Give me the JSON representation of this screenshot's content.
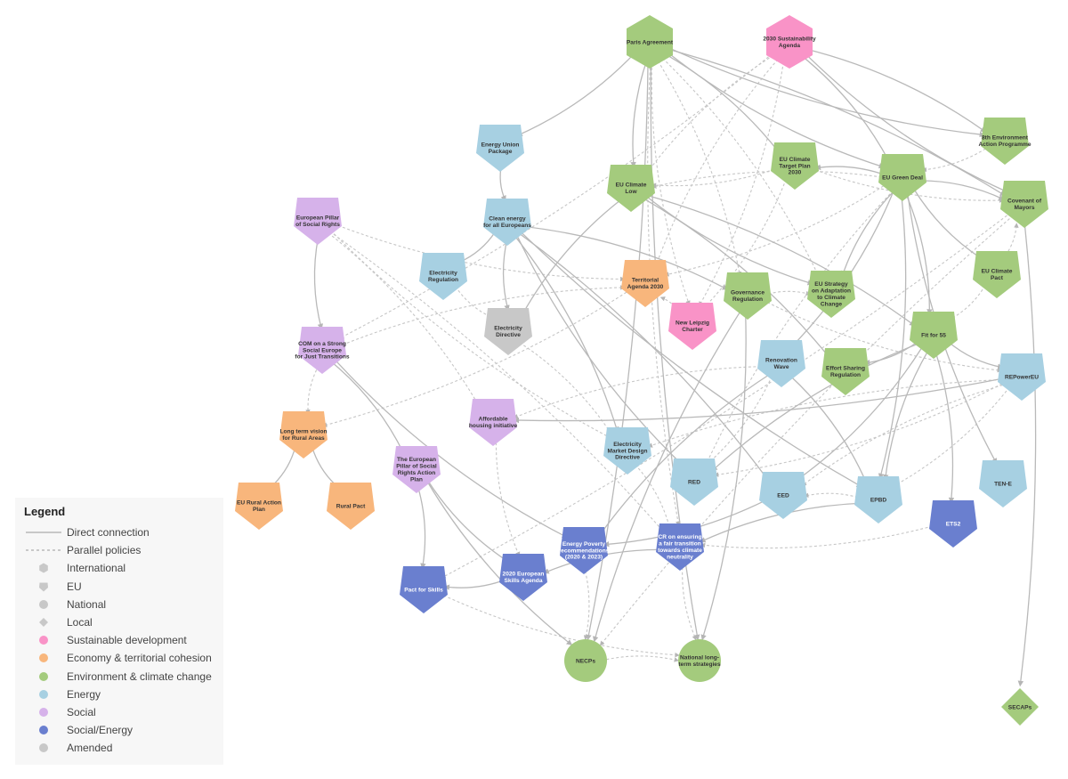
{
  "colors": {
    "sustainable": "#f993c7",
    "economy": "#f8b67c",
    "environment": "#a4cb7d",
    "energy": "#a7d0e2",
    "social": "#d6b2ea",
    "social_energy": "#6a7fcf",
    "amended": "#c8c8c8"
  },
  "nodes": {
    "paris": "Paris Agreement",
    "agenda2030": "2030 Sustainability Agenda",
    "eap8": "8th Environment Action Programme",
    "energy_union": "Energy Union Package",
    "climate_target": "EU Climate Target Plan 2030",
    "green_deal": "EU Green Deal",
    "climate_law": "EU Climate Low",
    "covenant": "Covenant of Mayors",
    "pillar_social": "European Pillar of Social Rights",
    "clean_energy": "Clean energy for all Europeans",
    "elec_regulation": "Electricity Regulation",
    "territorial": "Territorial Agenda 2030",
    "governance": "Governance Regulation",
    "adaptation": "EU Strategy on Adaptation to Climate Change",
    "climate_pact": "EU Climate Pact",
    "leipzig": "New Leipzig Charter",
    "elec_directive": "Electricity Directive",
    "com_social": "COM on a Strong Social Europe for Just Transitions",
    "fit55": "Fit for 55",
    "renovation": "Renovation Wave",
    "effort_sharing": "Effort Sharing Regulation",
    "repower": "REPowerEU",
    "rural_vision": "Long term vision for Rural Areas",
    "housing": "Affordable housing initiative",
    "market_design": "Electricity Market Design Directive",
    "pillar_action": "The European Pillar of Social Rights Action Plan",
    "red": "RED",
    "eed": "EED",
    "epbd": "EPBD",
    "tene": "TEN-E",
    "rural_action": "EU Rural Action Plan",
    "rural_pact": "Rural Pact",
    "ets2": "ETS2",
    "energy_poverty": "Energy Poverty recommendations (2020 & 2023)",
    "fair_transition": "CR on ensuring a fair transition towards climate neutrality",
    "skills_agenda": "2020 European Skills Agenda",
    "pact_skills": "Pact for Skills",
    "necps": "NECPs",
    "national_lt": "National long-term strategies",
    "secaps": "SECAPs"
  },
  "legend": {
    "title": "Legend",
    "items": [
      {
        "label": "Direct connection",
        "symbol": "solid-line"
      },
      {
        "label": "Parallel policies",
        "symbol": "dashed-line"
      },
      {
        "label": "International",
        "symbol": "hexagon-icon"
      },
      {
        "label": "EU",
        "symbol": "pentagon-icon"
      },
      {
        "label": "National",
        "symbol": "circle-icon"
      },
      {
        "label": "Local",
        "symbol": "diamond-icon"
      },
      {
        "label": "Sustainable development",
        "color": "#f993c7"
      },
      {
        "label": "Economy & territorial cohesion",
        "color": "#f8b67c"
      },
      {
        "label": "Environment & climate change",
        "color": "#a4cb7d"
      },
      {
        "label": "Energy",
        "color": "#a7d0e2"
      },
      {
        "label": "Social",
        "color": "#d6b2ea"
      },
      {
        "label": "Social/Energy",
        "color": "#6a7fcf"
      },
      {
        "label": "Amended",
        "color": "#c8c8c8"
      }
    ]
  }
}
